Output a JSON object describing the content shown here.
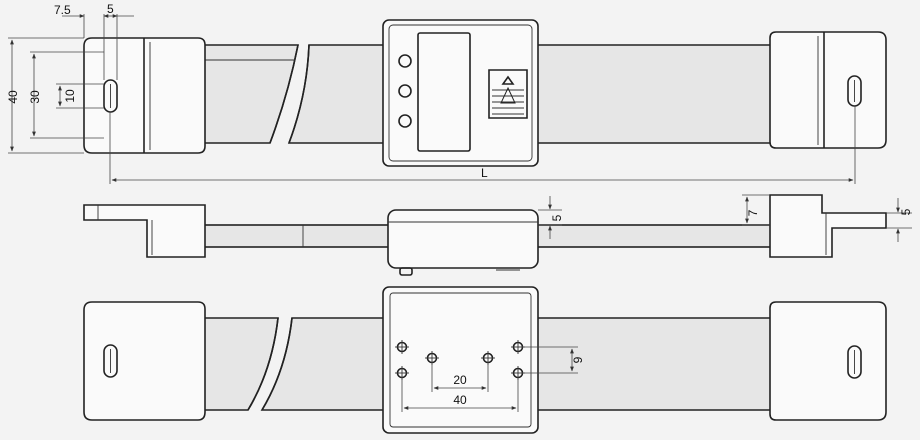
{
  "dimensions": {
    "overall_width": "40",
    "slot_spacing": "30",
    "slot_height": "10",
    "edge_offset": "7.5",
    "slot_width": "5",
    "length": "L",
    "side_offset_right": "5",
    "side_step": "7",
    "head_offset": "5",
    "hole_pitch_v": "9",
    "hole_pitch_inner": "20",
    "hole_pitch_outer": "40"
  },
  "colors": {
    "line": "#222222",
    "background": "#f3f3f3",
    "bar_fill": "#e6e6e6"
  }
}
